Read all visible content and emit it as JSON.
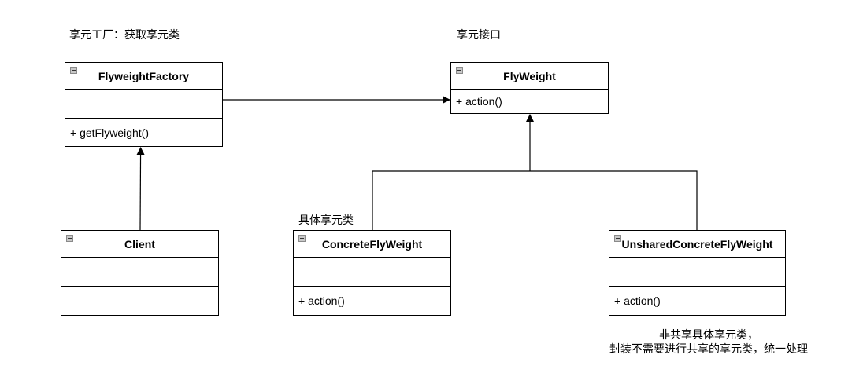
{
  "labels": {
    "factory_note": "享元工厂：获取享元类",
    "interface_note": "享元接口",
    "concrete_note": "具体享元类",
    "unshared_note_line1": "非共享具体享元类，",
    "unshared_note_line2": "封装不需要进行共享的享元类，统一处理"
  },
  "classes": {
    "flyweight_factory": {
      "name": "FlyweightFactory",
      "attributes": "",
      "methods": "+ getFlyweight()"
    },
    "flyweight": {
      "name": "FlyWeight",
      "methods": "+ action()"
    },
    "client": {
      "name": "Client",
      "attributes": "",
      "methods": ""
    },
    "concrete_flyweight": {
      "name": "ConcreteFlyWeight",
      "attributes": "",
      "methods": "+ action()"
    },
    "unshared_concrete_flyweight": {
      "name": "UnsharedConcreteFlyWeight",
      "attributes": "",
      "methods": "+ action()"
    }
  },
  "relations": [
    {
      "from": "flyweight_factory",
      "to": "flyweight",
      "type": "association"
    },
    {
      "from": "client",
      "to": "flyweight_factory",
      "type": "association"
    },
    {
      "from": "concrete_flyweight",
      "to": "flyweight",
      "type": "realization"
    },
    {
      "from": "unshared_concrete_flyweight",
      "to": "flyweight",
      "type": "realization"
    }
  ],
  "colors": {
    "line": "#000000",
    "icon_fill": "#c8c8c8"
  }
}
